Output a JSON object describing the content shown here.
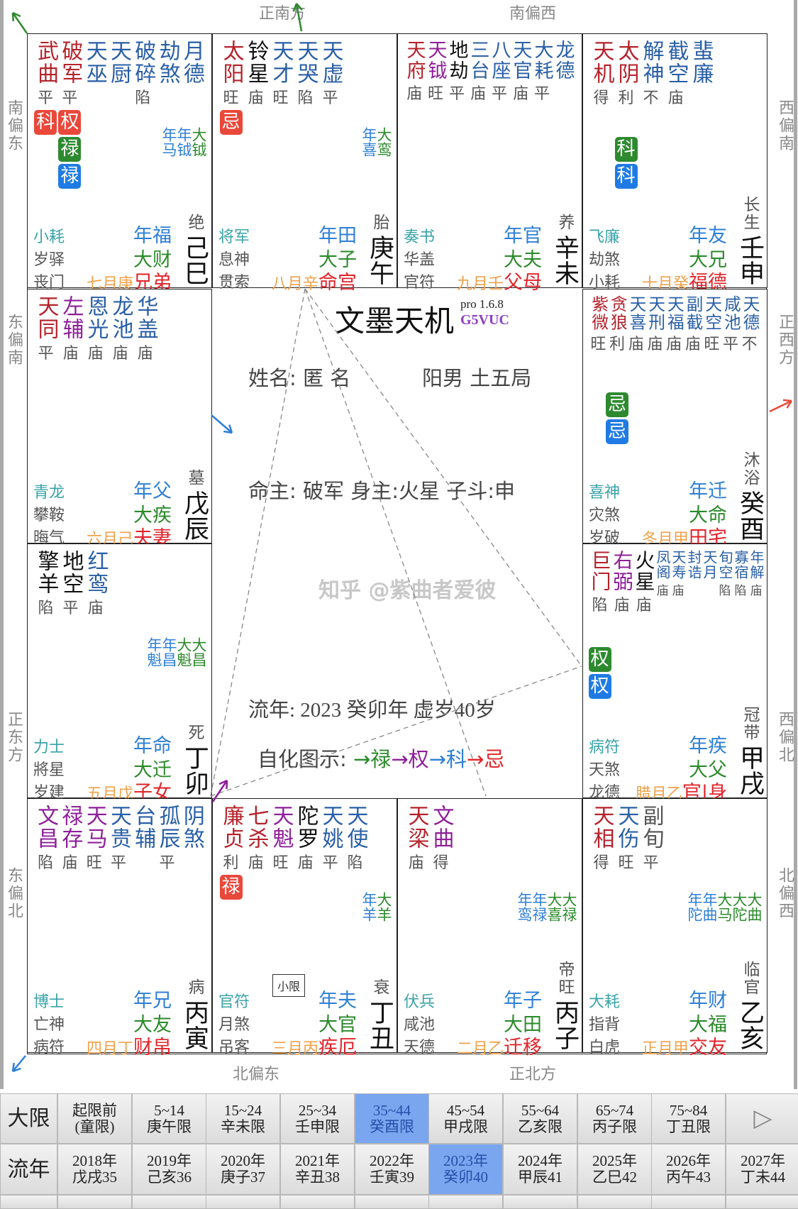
{
  "colors": {
    "r": "#b5222b",
    "p": "#8e1f9a",
    "b": "#2a5fa6",
    "k": "#111111",
    "g": "#555555",
    "badge_red": "#e9483a",
    "badge_green": "#2e8a2f",
    "badge_blue": "#1f7be3",
    "nian": "#2e7fd6",
    "da": "#2b8a2b",
    "month": "#f0a14a",
    "palace": "#e1242a",
    "doctor": "#3aa3a8",
    "selected": "#79a6ef"
  },
  "compass": {
    "top": [
      "正南方",
      "南偏西"
    ],
    "bottom": [
      "北偏东",
      "正北方"
    ],
    "left": [
      "南偏东",
      "东偏南",
      "正东方",
      "东偏北"
    ],
    "right": [
      "西偏南",
      "正西方",
      "西偏北",
      "北偏西"
    ]
  },
  "palaces": [
    {
      "stars": [
        {
          "n": "武曲",
          "c": "r",
          "b": "平",
          "sihua": [
            {
              "t": "科",
              "c": "badge_red"
            }
          ]
        },
        {
          "n": "破军",
          "c": "r",
          "b": "平",
          "sihua": [
            {
              "t": "权",
              "c": "badge_red"
            },
            {
              "t": "禄",
              "c": "badge_green"
            },
            {
              "t": "禄",
              "c": "badge_blue"
            }
          ]
        },
        {
          "n": "天巫",
          "c": "b",
          "b": ""
        },
        {
          "n": "天厨",
          "c": "b",
          "b": ""
        },
        {
          "n": "破碎",
          "c": "b",
          "b": "陷"
        },
        {
          "n": "劫煞",
          "c": "b",
          "b": ""
        },
        {
          "n": "月德",
          "c": "b",
          "b": ""
        }
      ],
      "minor": [
        {
          "n": "年马",
          "c": "nian"
        },
        {
          "n": "年钺",
          "c": "nian"
        },
        {
          "n": "大钺",
          "c": "da"
        }
      ],
      "gods": [
        "小耗",
        "岁驿",
        "丧门"
      ],
      "nian": "年福",
      "da": "大财",
      "month": "七月庚",
      "palace": "兄弟",
      "changsheng": "绝",
      "ganzhi": "己巳"
    },
    {
      "stars": [
        {
          "n": "太阳",
          "c": "r",
          "b": "旺",
          "sihua": [
            {
              "t": "忌",
              "c": "badge_red"
            }
          ]
        },
        {
          "n": "铃星",
          "c": "k",
          "b": "庙"
        },
        {
          "n": "天才",
          "c": "b",
          "b": "旺"
        },
        {
          "n": "天哭",
          "c": "b",
          "b": "陷"
        },
        {
          "n": "天虚",
          "c": "b",
          "b": "平"
        }
      ],
      "minor": [
        {
          "n": "年喜",
          "c": "nian"
        },
        {
          "n": "大鸾",
          "c": "da"
        }
      ],
      "gods": [
        "将军",
        "息神",
        "贯索"
      ],
      "nian": "年田",
      "da": "大子",
      "month": "八月辛",
      "palace": "命宫",
      "changsheng": "胎",
      "ganzhi": "庚午"
    },
    {
      "stars": [
        {
          "n": "天府",
          "c": "r",
          "b": "庙"
        },
        {
          "n": "天钺",
          "c": "p",
          "b": "旺"
        },
        {
          "n": "地劫",
          "c": "k",
          "b": "平"
        },
        {
          "n": "三台",
          "c": "b",
          "b": "庙"
        },
        {
          "n": "八座",
          "c": "b",
          "b": "平"
        },
        {
          "n": "天官",
          "c": "b",
          "b": "庙"
        },
        {
          "n": "大耗",
          "c": "b",
          "b": "平"
        },
        {
          "n": "龙德",
          "c": "b",
          "b": ""
        }
      ],
      "minor": [],
      "gods": [
        "奏书",
        "华盖",
        "官符"
      ],
      "nian": "年官",
      "da": "大夫",
      "month": "九月壬",
      "palace": "父母",
      "changsheng": "养",
      "ganzhi": "辛未"
    },
    {
      "stars": [
        {
          "n": "天机",
          "c": "r",
          "b": "得"
        },
        {
          "n": "太阴",
          "c": "r",
          "b": "利",
          "sihua": [
            {
              "t": "科",
              "c": "badge_green"
            },
            {
              "t": "科",
              "c": "badge_blue"
            }
          ]
        },
        {
          "n": "解神",
          "c": "b",
          "b": "不"
        },
        {
          "n": "截空",
          "c": "b",
          "b": "庙"
        },
        {
          "n": "蜚廉",
          "c": "b",
          "b": ""
        }
      ],
      "minor": [],
      "gods": [
        "飞廉",
        "劫煞",
        "小耗"
      ],
      "nian": "年友",
      "da": "大兄",
      "month": "十月癸",
      "palace": "福德",
      "changsheng": "长生",
      "ganzhi": "壬申"
    },
    {
      "stars": [
        {
          "n": "天同",
          "c": "r",
          "b": "平"
        },
        {
          "n": "左辅",
          "c": "p",
          "b": "庙"
        },
        {
          "n": "恩光",
          "c": "b",
          "b": "庙"
        },
        {
          "n": "龙池",
          "c": "b",
          "b": "庙"
        },
        {
          "n": "华盖",
          "c": "b",
          "b": "庙"
        }
      ],
      "minor": [],
      "gods": [
        "青龙",
        "攀鞍",
        "晦气"
      ],
      "nian": "年父",
      "da": "大疾",
      "month": "六月己",
      "palace": "夫妻",
      "changsheng": "墓",
      "ganzhi": "戊辰"
    },
    {
      "stars": [
        {
          "n": "紫微",
          "c": "r",
          "b": "旺"
        },
        {
          "n": "贪狼",
          "c": "r",
          "b": "利",
          "sihua": [
            {
              "t": "忌",
              "c": "badge_green"
            },
            {
              "t": "忌",
              "c": "badge_blue"
            }
          ]
        },
        {
          "n": "天喜",
          "c": "b",
          "b": "庙"
        },
        {
          "n": "天刑",
          "c": "b",
          "b": "庙"
        },
        {
          "n": "天福",
          "c": "b",
          "b": "庙"
        },
        {
          "n": "副截",
          "c": "b",
          "b": "庙"
        },
        {
          "n": "天空",
          "c": "b",
          "b": "旺"
        },
        {
          "n": "咸池",
          "c": "b",
          "b": "平"
        },
        {
          "n": "天德",
          "c": "b",
          "b": "不"
        }
      ],
      "minor": [],
      "gods": [
        "喜神",
        "灾煞",
        "岁破"
      ],
      "nian": "年迁",
      "da": "大命",
      "month": "冬月甲",
      "palace": "田宅",
      "changsheng": "沐浴",
      "ganzhi": "癸酉"
    },
    {
      "stars": [
        {
          "n": "擎羊",
          "c": "k",
          "b": "陷"
        },
        {
          "n": "地空",
          "c": "k",
          "b": "平"
        },
        {
          "n": "红鸾",
          "c": "b",
          "b": "庙"
        }
      ],
      "minor": [
        {
          "n": "年魁",
          "c": "nian"
        },
        {
          "n": "年昌",
          "c": "nian"
        },
        {
          "n": "大魁",
          "c": "da"
        },
        {
          "n": "大昌",
          "c": "da"
        }
      ],
      "gods": [
        "力士",
        "將星",
        "岁建"
      ],
      "nian": "年命",
      "da": "大迁",
      "month": "五月戊",
      "palace": "子女",
      "changsheng": "死",
      "ganzhi": "丁卯"
    },
    {
      "stars": [
        {
          "n": "巨门",
          "c": "r",
          "b": "陷",
          "sihua": [
            {
              "t": "权",
              "c": "badge_green"
            },
            {
              "t": "权",
              "c": "badge_blue"
            }
          ]
        },
        {
          "n": "右弼",
          "c": "p",
          "b": "庙"
        },
        {
          "n": "火星",
          "c": "k",
          "b": "庙"
        },
        {
          "n": "凤阁",
          "c": "b",
          "b": "庙",
          "small": true
        },
        {
          "n": "天寿",
          "c": "b",
          "b": "庙",
          "small": true
        },
        {
          "n": "封诰",
          "c": "b",
          "b": "",
          "small": true
        },
        {
          "n": "天月",
          "c": "b",
          "b": "",
          "small": true
        },
        {
          "n": "旬空",
          "c": "b",
          "b": "陷",
          "small": true
        },
        {
          "n": "寡宿",
          "c": "b",
          "b": "陷",
          "small": true
        },
        {
          "n": "年解",
          "c": "b",
          "b": "庙",
          "small": true
        }
      ],
      "minor": [],
      "gods": [
        "病符",
        "天煞",
        "龙德"
      ],
      "nian": "年疾",
      "da": "大父",
      "month": "腊月乙",
      "palace": "官|身",
      "changsheng": "冠带",
      "ganzhi": "甲戌"
    },
    {
      "stars": [
        {
          "n": "文昌",
          "c": "p",
          "b": "陷"
        },
        {
          "n": "禄存",
          "c": "p",
          "b": "庙"
        },
        {
          "n": "天马",
          "c": "p",
          "b": "旺"
        },
        {
          "n": "天贵",
          "c": "b",
          "b": "平"
        },
        {
          "n": "台辅",
          "c": "b",
          "b": ""
        },
        {
          "n": "孤辰",
          "c": "b",
          "b": "平"
        },
        {
          "n": "阴煞",
          "c": "b",
          "b": ""
        }
      ],
      "minor": [],
      "gods": [
        "博士",
        "亡神",
        "病符"
      ],
      "nian": "年兄",
      "da": "大友",
      "month": "四月丁",
      "palace": "财帛",
      "changsheng": "病",
      "ganzhi": "丙寅"
    },
    {
      "stars": [
        {
          "n": "廉贞",
          "c": "r",
          "b": "利",
          "sihua": [
            {
              "t": "禄",
              "c": "badge_red"
            }
          ]
        },
        {
          "n": "七杀",
          "c": "r",
          "b": "庙"
        },
        {
          "n": "天魁",
          "c": "p",
          "b": "旺"
        },
        {
          "n": "陀罗",
          "c": "k",
          "b": "庙"
        },
        {
          "n": "天姚",
          "c": "b",
          "b": "平"
        },
        {
          "n": "天使",
          "c": "b",
          "b": "陷"
        }
      ],
      "minor": [
        {
          "n": "年羊",
          "c": "nian"
        },
        {
          "n": "大羊",
          "c": "da"
        }
      ],
      "tag": "小限",
      "gods": [
        "官符",
        "月煞",
        "吊客"
      ],
      "nian": "年夫",
      "da": "大官",
      "month": "三月丙",
      "palace": "疾厄",
      "changsheng": "衰",
      "ganzhi": "丁丑"
    },
    {
      "stars": [
        {
          "n": "天梁",
          "c": "r",
          "b": "庙"
        },
        {
          "n": "文曲",
          "c": "p",
          "b": "得"
        }
      ],
      "minor": [
        {
          "n": "年鸾",
          "c": "nian"
        },
        {
          "n": "年禄",
          "c": "nian"
        },
        {
          "n": "大喜",
          "c": "da"
        },
        {
          "n": "大禄",
          "c": "da"
        }
      ],
      "gods": [
        "伏兵",
        "咸池",
        "天德"
      ],
      "nian": "年子",
      "da": "大田",
      "month": "二月乙",
      "palace": "迁移",
      "changsheng": "帝旺",
      "ganzhi": "丙子"
    },
    {
      "stars": [
        {
          "n": "天相",
          "c": "r",
          "b": "得"
        },
        {
          "n": "天伤",
          "c": "b",
          "b": "旺"
        },
        {
          "n": "副旬",
          "c": "g",
          "b": "平"
        }
      ],
      "minor": [
        {
          "n": "年陀",
          "c": "nian"
        },
        {
          "n": "年曲",
          "c": "nian"
        },
        {
          "n": "大马",
          "c": "da"
        },
        {
          "n": "大陀",
          "c": "da"
        },
        {
          "n": "大曲",
          "c": "da"
        }
      ],
      "gods": [
        "大耗",
        "指背",
        "白虎"
      ],
      "nian": "年财",
      "da": "大福",
      "month": "正月甲",
      "palace": "交友",
      "changsheng": "临官",
      "ganzhi": "乙亥"
    }
  ],
  "center": {
    "title": "文墨天机",
    "version": "pro 1.6.8",
    "code": "G5VUC",
    "name_line": "姓名: 匿 名",
    "gender_line": "阳男 土五局",
    "master_line": "命主: 破军 身主:火星  子斗:申",
    "year_line": "流年: 2023 癸卯年   虚岁40岁",
    "legend_label": "自化图示:",
    "legend": [
      {
        "t": "→禄",
        "c": "#2b8a2b"
      },
      {
        "t": "→权",
        "c": "#8e1f9a"
      },
      {
        "t": "→科",
        "c": "#2e7fd6"
      },
      {
        "t": "→忌",
        "c": "#e1242a"
      }
    ]
  },
  "daxian": {
    "label": "大限",
    "items": [
      {
        "a": "起限前",
        "b": "(童限)"
      },
      {
        "a": "5~14",
        "b": "庚午限"
      },
      {
        "a": "15~24",
        "b": "辛未限"
      },
      {
        "a": "25~34",
        "b": "壬申限"
      },
      {
        "a": "35~44",
        "b": "癸酉限",
        "selected": true
      },
      {
        "a": "45~54",
        "b": "甲戌限"
      },
      {
        "a": "55~64",
        "b": "乙亥限"
      },
      {
        "a": "65~74",
        "b": "丙子限"
      },
      {
        "a": "75~84",
        "b": "丁丑限"
      }
    ],
    "next": "▷"
  },
  "liunian": {
    "label": "流年",
    "items": [
      {
        "a": "2018年",
        "b": "戊戌35"
      },
      {
        "a": "2019年",
        "b": "己亥36"
      },
      {
        "a": "2020年",
        "b": "庚子37"
      },
      {
        "a": "2021年",
        "b": "辛丑38"
      },
      {
        "a": "2022年",
        "b": "壬寅39"
      },
      {
        "a": "2023年",
        "b": "癸卯40",
        "selected": true
      },
      {
        "a": "2024年",
        "b": "甲辰41"
      },
      {
        "a": "2025年",
        "b": "乙巳42"
      },
      {
        "a": "2026年",
        "b": "丙午43"
      },
      {
        "a": "2027年",
        "b": "丁未44"
      }
    ]
  },
  "watermark": "知乎 @紫曲者爱彼"
}
